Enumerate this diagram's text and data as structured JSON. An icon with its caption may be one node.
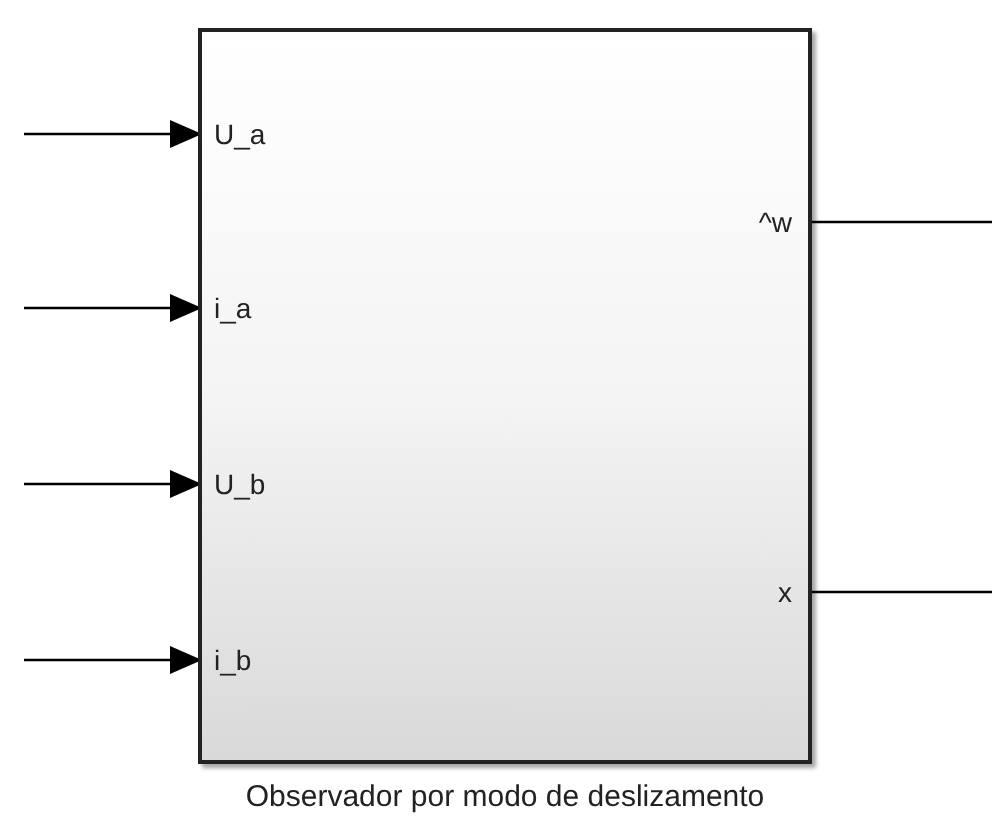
{
  "diagram": {
    "nodes": [
      {
        "text": [
          "Observador por modo de deslizamento"
        ]
      },
      {
        "text": [
          "U_a"
        ],
        "in": 0
      },
      {
        "text": [
          "i_a"
        ],
        "in": 0
      },
      {
        "text": [
          "U_b"
        ],
        "in": 0
      },
      {
        "text": [
          "i_b"
        ],
        "in": 0
      },
      {
        "text": [
          "^w"
        ],
        "in": 0
      },
      {
        "text": [
          "x"
        ],
        "in": 0
      }
    ],
    "edges": [
      {
        "from": null,
        "to": 1,
        "arrow": "to"
      },
      {
        "from": null,
        "to": 2,
        "arrow": "to"
      },
      {
        "from": null,
        "to": 3,
        "arrow": "to"
      },
      {
        "from": null,
        "to": 4,
        "arrow": "to"
      },
      {
        "from": 5,
        "to": null,
        "arrow": "none"
      },
      {
        "from": 6,
        "to": null,
        "arrow": "none"
      }
    ]
  }
}
